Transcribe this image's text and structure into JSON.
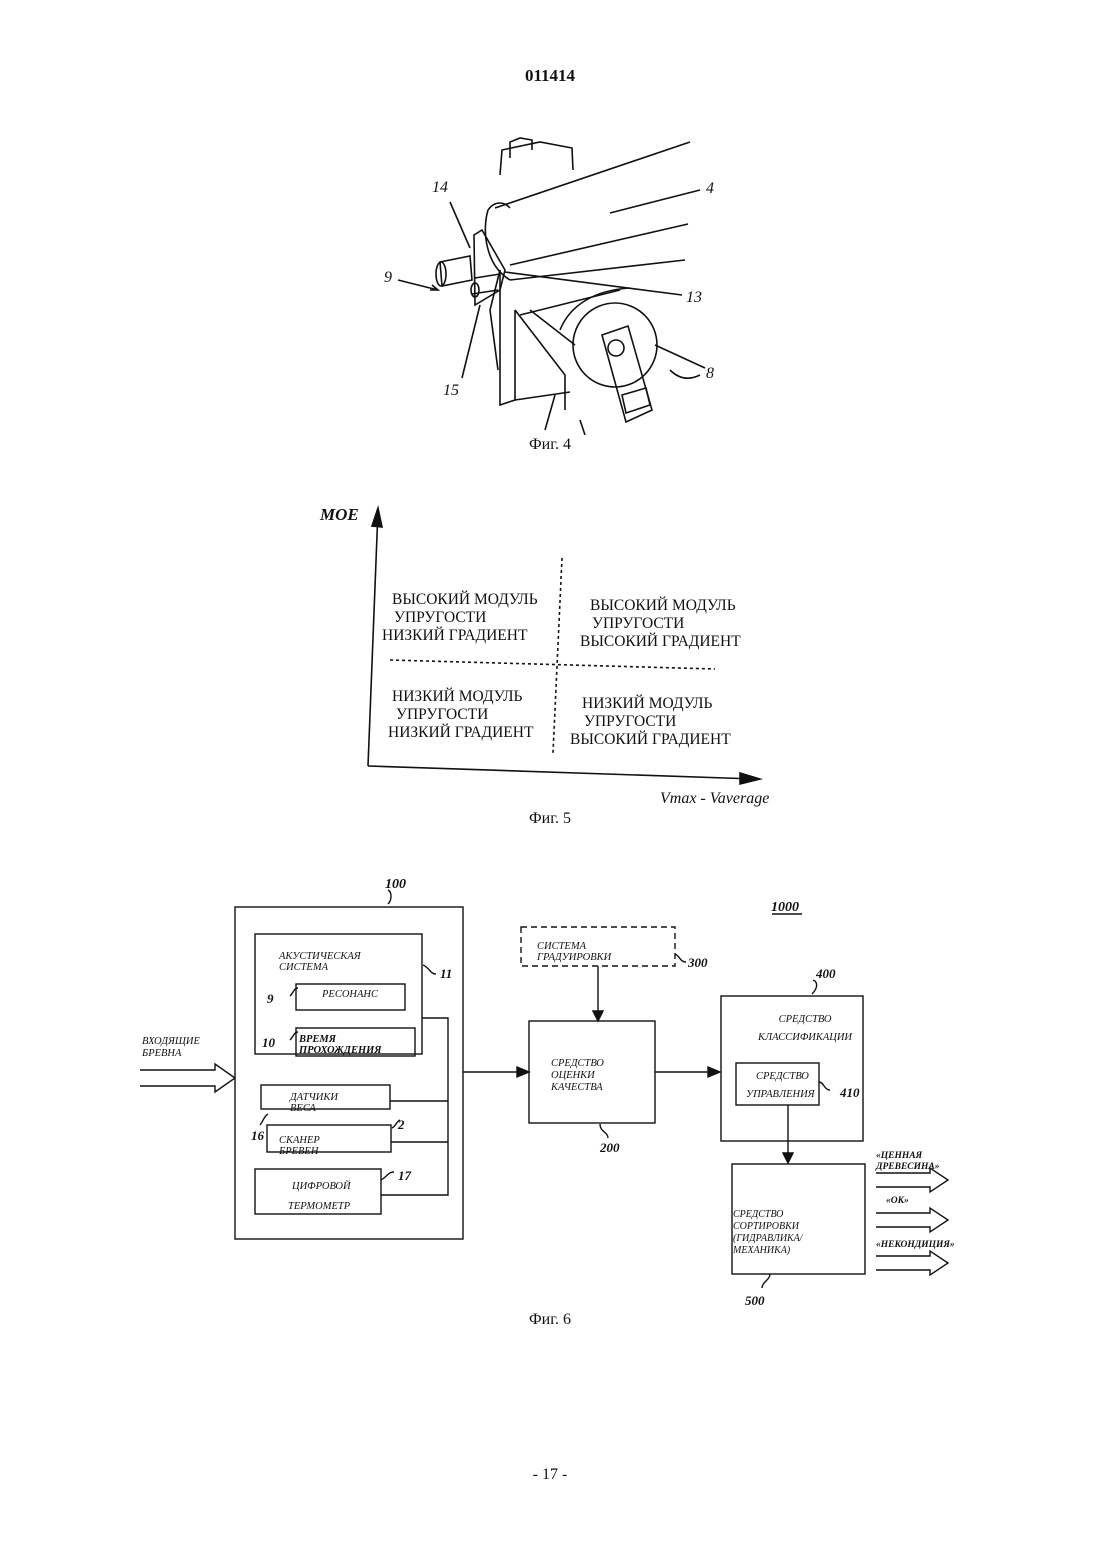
{
  "document_number": "011414",
  "page_number": "- 17 -",
  "figure4": {
    "caption": "Фиг. 4",
    "labels": [
      "14",
      "4",
      "9",
      "13",
      "15",
      "8"
    ]
  },
  "figure5": {
    "caption": "Фиг. 5",
    "y_axis_label": "MOE",
    "x_axis_label": "Vmax - Vaverage",
    "quadrants": {
      "top_left": [
        "ВЫСОКИЙ МОДУЛЬ",
        "УПРУГОСТИ",
        "НИЗКИЙ ГРАДИЕНТ"
      ],
      "top_right": [
        "ВЫСОКИЙ МОДУЛЬ",
        "УПРУГОСТИ",
        "ВЫСОКИЙ ГРАДИЕНТ"
      ],
      "bottom_left": [
        "НИЗКИЙ МОДУЛЬ",
        "УПРУГОСТИ",
        "НИЗКИЙ ГРАДИЕНТ"
      ],
      "bottom_right": [
        "НИЗКИЙ МОДУЛЬ",
        "УПРУГОСТИ",
        "ВЫСОКИЙ ГРАДИЕНТ"
      ]
    }
  },
  "figure6": {
    "caption": "Фиг. 6",
    "system_ref": "1000",
    "input_label": [
      "ВХОДЯЩИЕ",
      "БРЕВНА"
    ],
    "block100": {
      "ref": "100",
      "acoustic": {
        "label": "АКУСТИЧЕСКАЯ СИСТЕМА",
        "ref": "11"
      },
      "resonance": {
        "label": "РЕСОНАНС",
        "ref": "9"
      },
      "time_of_flight": {
        "label": "ВРЕМЯ ПРОХОЖДЕНИЯ",
        "ref": "10"
      },
      "weight_sensors": {
        "label": "ДАТЧИКИ ВЕСА",
        "ref": "16"
      },
      "log_scanner": {
        "label": "СКАНЕР БРЕВЕН",
        "ref": "2"
      },
      "thermometer": {
        "label": [
          "ЦИФРОВОЙ",
          "ТЕРМОМЕТР"
        ],
        "ref": "17"
      }
    },
    "block200": {
      "ref": "200",
      "label": [
        "СРЕДСТВО ОЦЕНКИ",
        "КАЧЕСТВА"
      ]
    },
    "block300": {
      "ref": "300",
      "label": "СИСТЕМА ГРАДУИРОВКИ"
    },
    "block400": {
      "ref": "400",
      "label": [
        "СРЕДСТВО",
        "КЛАССИФИКАЦИИ"
      ]
    },
    "block410": {
      "ref": "410",
      "label": [
        "СРЕДСТВО",
        "УПРАВЛЕНИЯ"
      ]
    },
    "block500": {
      "ref": "500",
      "label": [
        "СРЕДСТВО СОРТИРОВКИ",
        "(ГИДРАВЛИКА/МЕХАНИКА)"
      ]
    },
    "outputs": [
      [
        "«ЦЕННАЯ",
        "ДРЕВЕСИНА»"
      ],
      [
        "«ОК»"
      ],
      [
        "«НЕКОНДИЦИЯ»"
      ]
    ]
  }
}
